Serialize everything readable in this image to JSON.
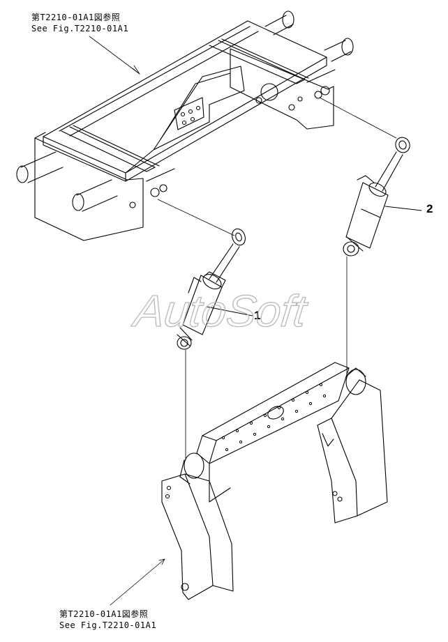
{
  "references": {
    "top_jp": "第T2210-01A1図参照",
    "top_en": "See Fig.T2210-01A1",
    "bottom_jp": "第T2210-01A1図参照",
    "bottom_en": "See Fig.T2210-01A1"
  },
  "callouts": {
    "item1": "1",
    "item2": "2"
  },
  "watermark": {
    "text": "AutoSoft"
  },
  "colors": {
    "line": "#000000",
    "background": "#ffffff",
    "watermark": "#b8b8b8"
  }
}
